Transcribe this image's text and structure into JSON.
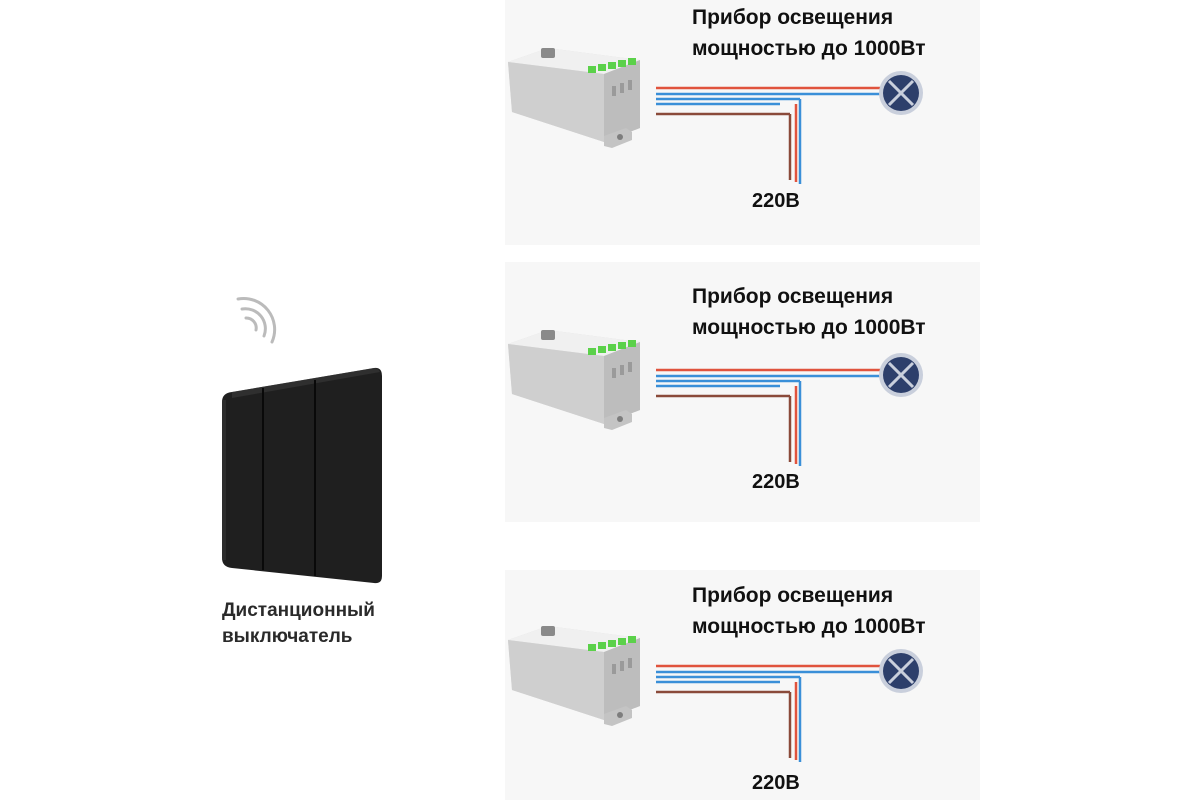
{
  "switch": {
    "label_line1": "Дистанционный",
    "label_line2": "выключатель",
    "color": "#1f1f1f",
    "icon": "wireless-signal-icon"
  },
  "channels": [
    {
      "device_title_line1": "Прибор освещения",
      "device_title_line2": "мощностью до 1000Вт",
      "voltage": "220В"
    },
    {
      "device_title_line1": "Прибор освещения",
      "device_title_line2": "мощностью до 1000Вт",
      "voltage": "220В"
    },
    {
      "device_title_line1": "Прибор освещения",
      "device_title_line2": "мощностью до 1000Вт",
      "voltage": "220В"
    }
  ],
  "colors": {
    "wire_red": "#e0533d",
    "wire_blue": "#3a8fd8",
    "wire_brown": "#8a4a3a",
    "lamp_fill": "#2d3f6b",
    "lamp_ring": "#c9cfdc",
    "indicator_green": "#5bd14a"
  }
}
